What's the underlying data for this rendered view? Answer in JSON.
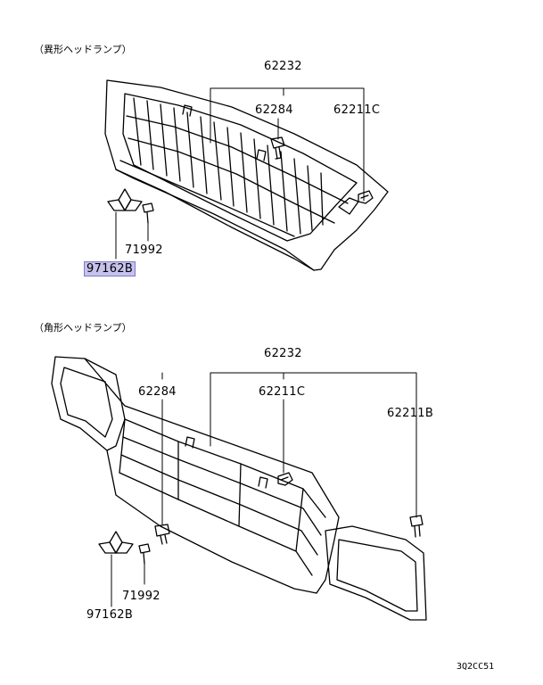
{
  "sections": [
    {
      "title": "（異形ヘッドランプ）"
    },
    {
      "title": "（角形ヘッドランプ）"
    }
  ],
  "top": {
    "grille": "62232",
    "bolt": "62284",
    "clip_c": "62211C",
    "screw": "71992",
    "emblem": "97162B"
  },
  "bottom": {
    "grille": "62232",
    "bolt": "62284",
    "clip_c": "62211C",
    "clip_b": "62211B",
    "screw": "71992",
    "emblem": "97162B"
  },
  "highlight_color": "#c6c2ec",
  "diagram_code": "3Q2CC51"
}
